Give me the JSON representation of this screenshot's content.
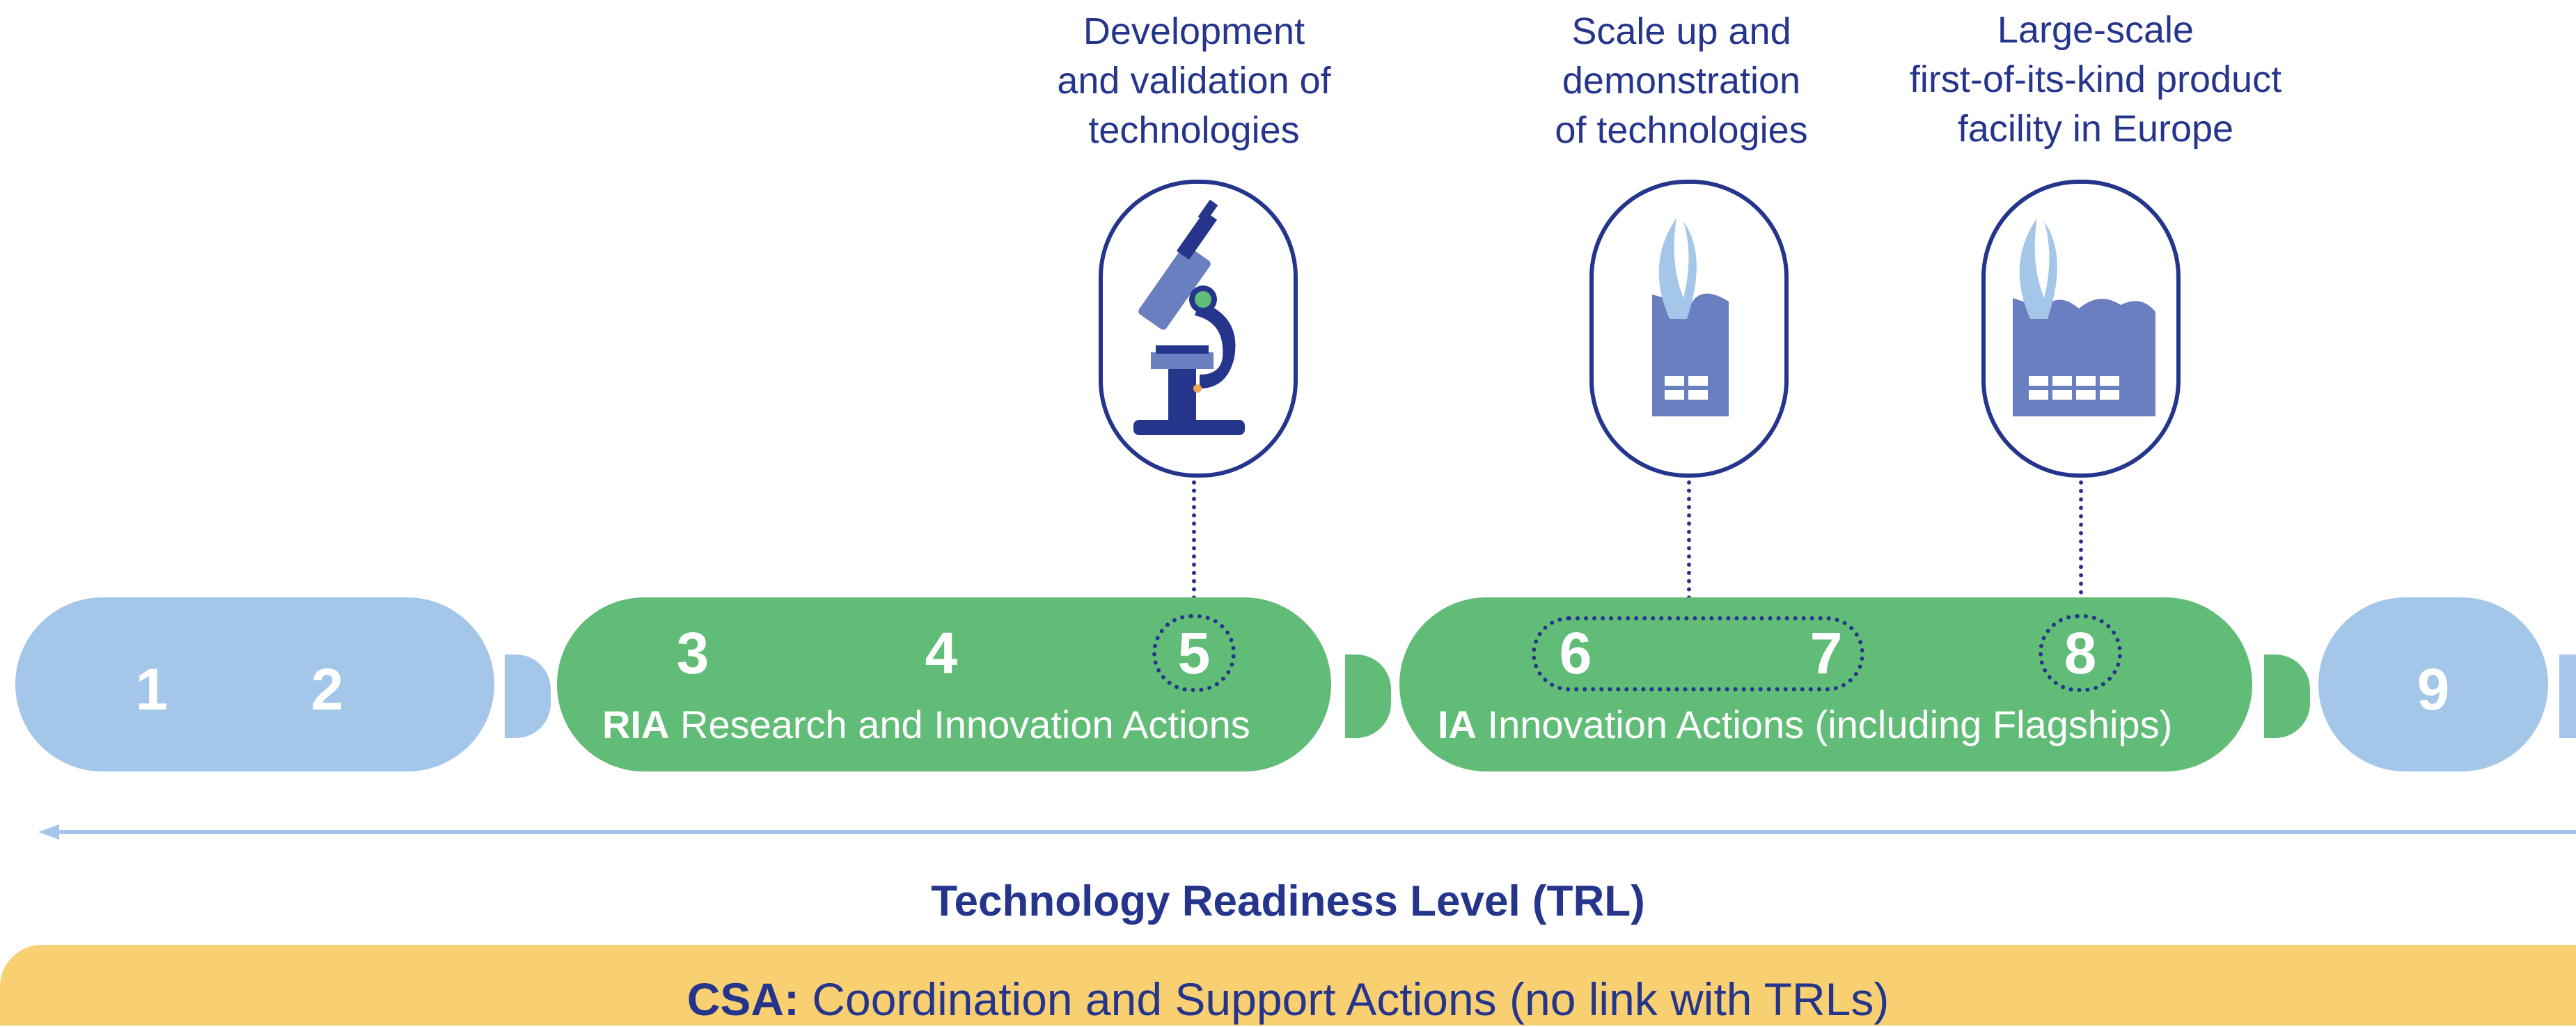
{
  "captions": {
    "dev": "Development\nand validation of\ntechnologies",
    "scale": "Scale up and\ndemonstration\nof technologies",
    "large": "Large-scale\nfirst-of-its-kind product\nfacility in Europe"
  },
  "icons": {
    "dev": "microscope-icon",
    "scale": "factory-single-icon",
    "large": "factory-double-icon"
  },
  "levels": {
    "l1": "1",
    "l2": "2",
    "l3": "3",
    "l4": "4",
    "l5": "5",
    "l6": "6",
    "l7": "7",
    "l8": "8",
    "l9": "9"
  },
  "ria": {
    "abbr": "RIA",
    "label": " Research and Innovation Actions"
  },
  "ia": {
    "abbr": "IA",
    "label": " Innovation Actions (including Flagships)"
  },
  "trl_title": "Technology Readiness Level (TRL)",
  "csa": {
    "abbr": "CSA:",
    "label": " Coordination and Support Actions (no link with TRLs)"
  },
  "colors": {
    "navy": "#26358c",
    "light_blue": "#a4c6e8",
    "green": "#60bc76",
    "yellow": "#f8d072",
    "icon_blue": "#6a7fc0"
  }
}
